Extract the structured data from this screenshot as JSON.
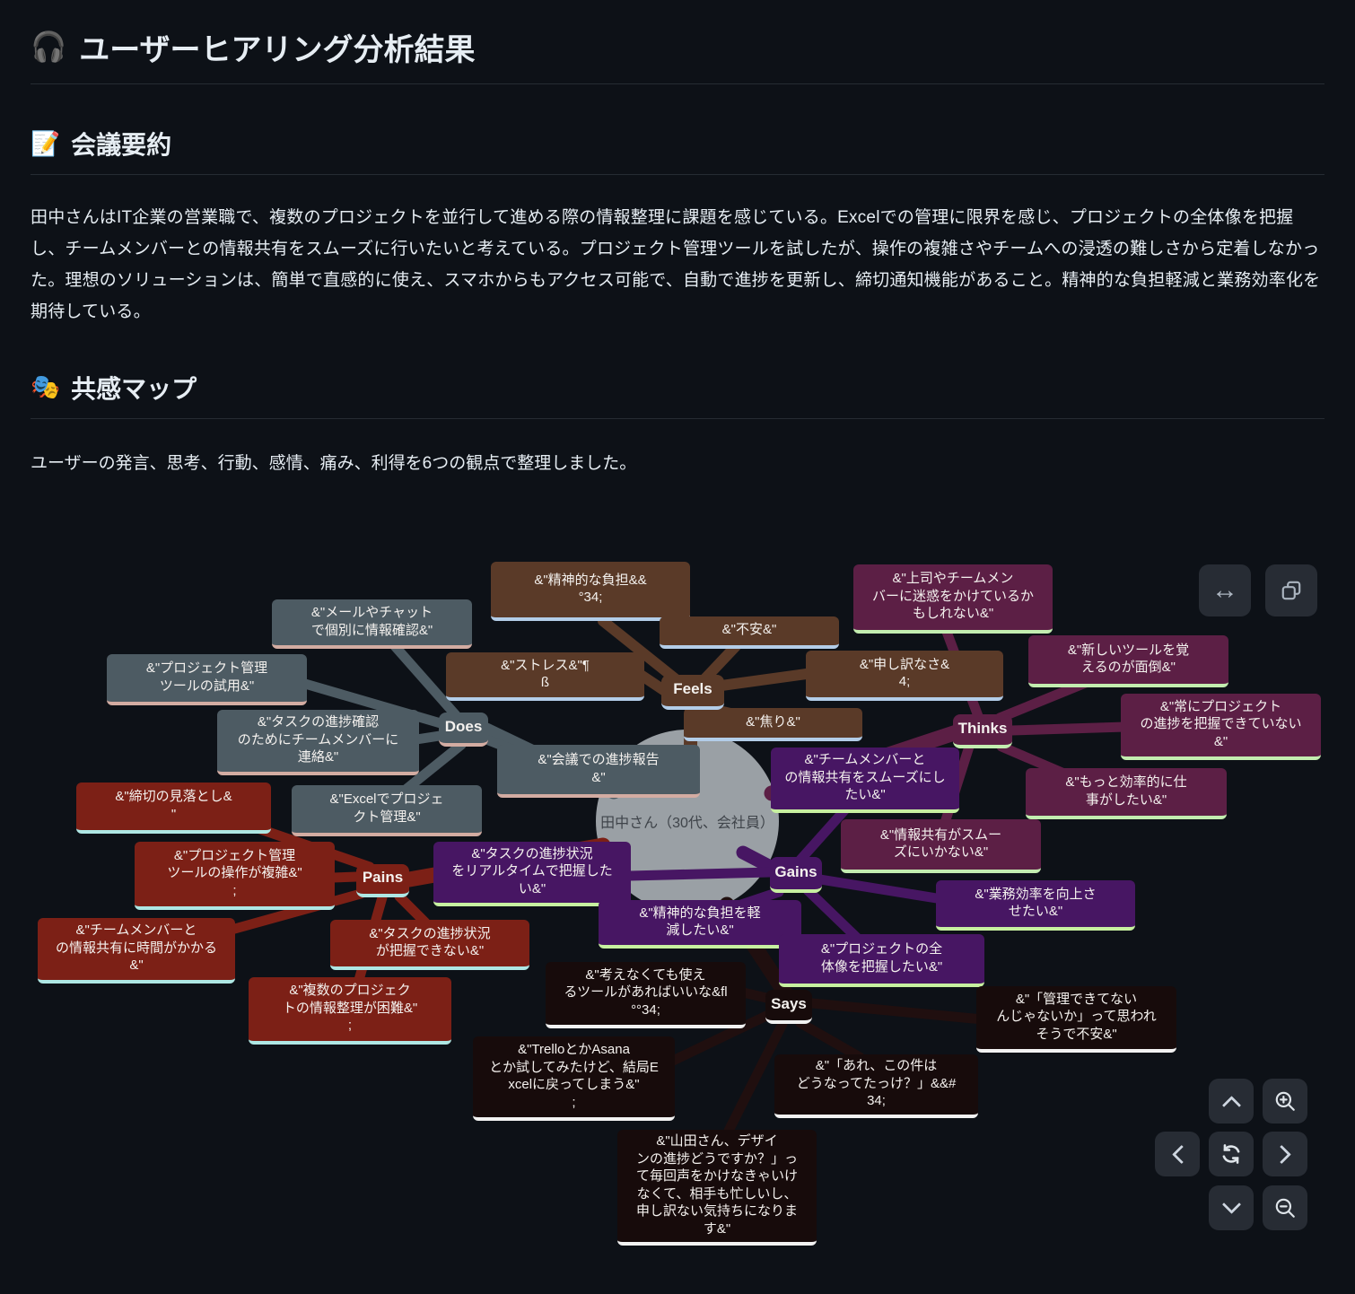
{
  "header": {
    "icon": "🎧",
    "title": "ユーザーヒアリング分析結果"
  },
  "summary": {
    "icon": "📝",
    "heading": "会議要約",
    "body": "田中さんはIT企業の営業職で、複数のプロジェクトを並行して進める際の情報整理に課題を感じている。Excelでの管理に限界を感じ、プロジェクトの全体像を把握し、チームメンバーとの情報共有をスムーズに行いたいと考えている。プロジェクト管理ツールを試したが、操作の複雑さやチームへの浸透の難しさから定着しなかった。理想のソリューションは、簡単で直感的に使え、スマホからもアクセス可能で、自動で進捗を更新し、締切通知機能があること。精神的な負担軽減と業務効率化を期待している。"
  },
  "empathy": {
    "icon": "🎭",
    "heading": "共感マップ",
    "intro": "ユーザーの発言、思考、行動、感情、痛み、利得を6つの観点で整理しました。"
  },
  "icons": {
    "expand": "↔",
    "copy": "overlapping-squares",
    "pan_up": "chevron-up",
    "pan_down": "chevron-down",
    "pan_left": "chevron-left",
    "pan_right": "chevron-right",
    "reset": "circular-arrows",
    "zoom_in": "magnifier-plus",
    "zoom_out": "magnifier-minus"
  },
  "diagram": {
    "center_label": "田中さん（30代、会社員）",
    "colors": {
      "feels": "#5a3a28",
      "does": "#4d5b63",
      "thinks": "#5c1f45",
      "gains": "#471663",
      "pains": "#7c2016",
      "says": "#170b0b"
    },
    "branches": {
      "feels": {
        "label": "Feels",
        "items": [
          "&\"精神的な負担&&\n°34;",
          "&\"不安&\"",
          "&\"ストレス&\"¶\nß",
          "&\"申し訳なさ&\n4;",
          "&\"焦り&\""
        ]
      },
      "does": {
        "label": "Does",
        "items": [
          "&\"メールやチャット\nで個別に情報確認&\"",
          "&\"プロジェクト管理\nツールの試用&\"",
          "&\"タスクの進捗確認\nのためにチームメンバーに\n連絡&\"",
          "&\"Excelでプロジェ\nクト管理&\"",
          "&\"会議での進捗報告\n&\""
        ]
      },
      "thinks": {
        "label": "Thinks",
        "items": [
          "&\"上司やチームメン\nバーに迷惑をかけているか\nもしれない&\"",
          "&\"新しいツールを覚\nえるのが面倒&\"",
          "&\"常にプロジェクト\nの進捗を把握できていない\n&\"",
          "&\"もっと効率的に仕\n事がしたい&\"",
          "&\"情報共有がスムー\nズにいかない&\""
        ]
      },
      "gains": {
        "label": "Gains",
        "items": [
          "&\"チームメンバーと\nの情報共有をスムーズにし\nたい&\"",
          "&\"タスクの進捗状況\nをリアルタイムで把握した\nい&\"",
          "&\"精神的な負担を軽\n減したい&\"",
          "&\"プロジェクトの全\n体像を把握したい&\"",
          "&\"業務効率を向上さ\nせたい&\""
        ]
      },
      "pains": {
        "label": "Pains",
        "items": [
          "&\"締切の見落とし&\n\"",
          "&\"プロジェクト管理\nツールの操作が複雑&\"\n;",
          "&\"チームメンバーと\nの情報共有に時間がかかる\n&\"",
          "&\"タスクの進捗状況\nが把握できない&\"",
          "&\"複数のプロジェク\nトの情報整理が困難&\"\n;"
        ]
      },
      "says": {
        "label": "Says",
        "items": [
          "&\"「管理できてない\nんじゃないか」って思われ\nそうで不安&\"",
          "&\"考えなくても使え\nるツールがあればいいな&fl\n°°34;",
          "&\"TrelloとかAsana\nとか試してみたけど、結局E\nxcelに戻ってしまう&\"\n;",
          "&\"「あれ、この件は\nどうなってたっけ？」&&#\n34;",
          "&\"山田さん、デザイ\nンの進捗どうですか？」っ\nて毎回声をかけなきゃいけ\nなくて、相手も忙しいし、\n申し訳ない気持ちになりま\nす&\""
        ]
      }
    }
  }
}
